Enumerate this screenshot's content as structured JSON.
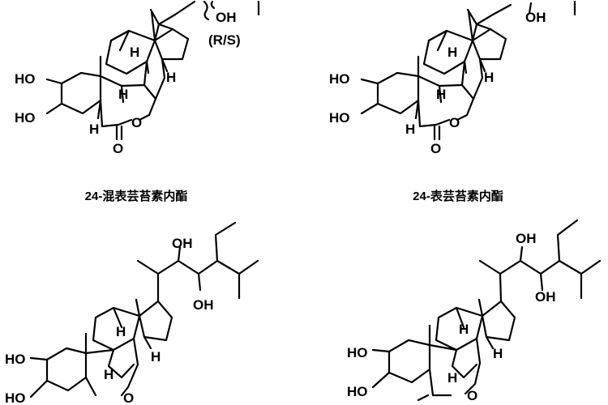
{
  "panels": [
    {
      "atoms": {
        "oh_top": "OH",
        "rs": "(R/S)",
        "ho_a": "HO",
        "ho_b": "HO",
        "h1": "H",
        "h2": "H",
        "h3": "H",
        "h4": "H",
        "o_ring": "O",
        "o_carbonyl": "O"
      },
      "caption": "24-混表芸苔素内酯"
    },
    {
      "atoms": {
        "oh_top": "OH",
        "ho_a": "HO",
        "ho_b": "HO",
        "h1": "H",
        "h2": "H",
        "h3": "H",
        "h4": "H",
        "o_ring": "O",
        "o_carbonyl": "O"
      },
      "caption": "24-表芸苔素内酯"
    },
    {
      "atoms": {
        "oh_a": "OH",
        "oh_b": "OH",
        "ho_a": "HO",
        "ho_b": "HO",
        "h1": "H",
        "h2": "H",
        "h3": "H",
        "o_ring": "O"
      }
    },
    {
      "atoms": {
        "oh_a": "OH",
        "oh_b": "OH",
        "ho_a": "HO",
        "ho_b": "HO",
        "h1": "H",
        "h2": "H",
        "h3": "H",
        "o_ring": "O"
      }
    }
  ]
}
